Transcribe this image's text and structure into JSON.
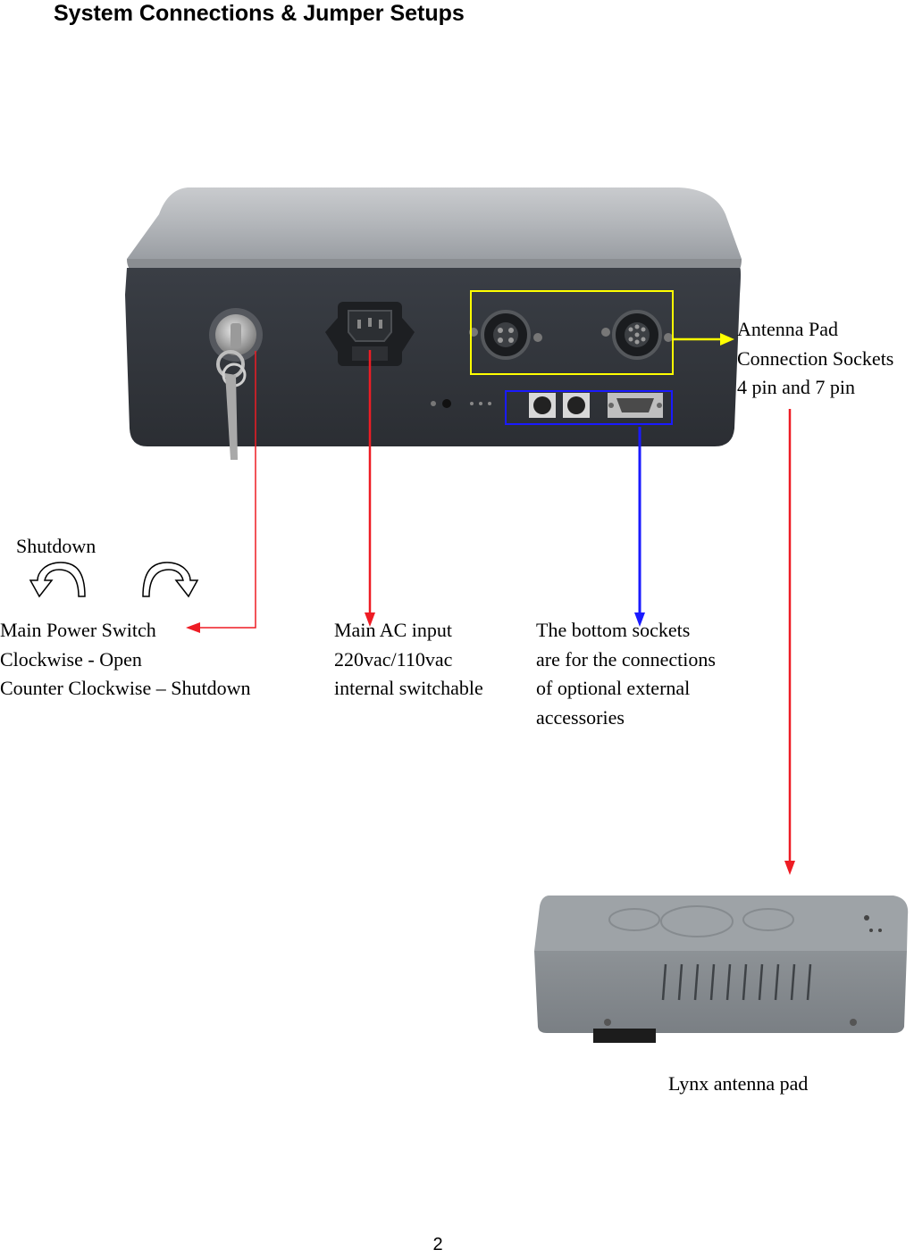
{
  "page": {
    "title": "System Connections & Jumper Setups",
    "page_number": "2"
  },
  "labels": {
    "antenna_sockets": [
      "Antenna Pad",
      "Connection Sockets",
      "4 pin and 7 pin"
    ],
    "shutdown": "Shutdown",
    "power_switch": [
      "Main Power Switch",
      "Clockwise - Open",
      "Counter Clockwise – Shutdown"
    ],
    "ac_input": [
      "Main AC input",
      "220vac/110vac",
      "internal switchable"
    ],
    "bottom_sockets": [
      "The bottom sockets",
      "are for the connections",
      "of optional external",
      "accessories"
    ],
    "antenna_pad": "Lynx antenna pad"
  },
  "colors": {
    "callout_red": "#ee1c24",
    "callout_blue": "#1a1aff",
    "callout_yellow": "#ffff00"
  }
}
